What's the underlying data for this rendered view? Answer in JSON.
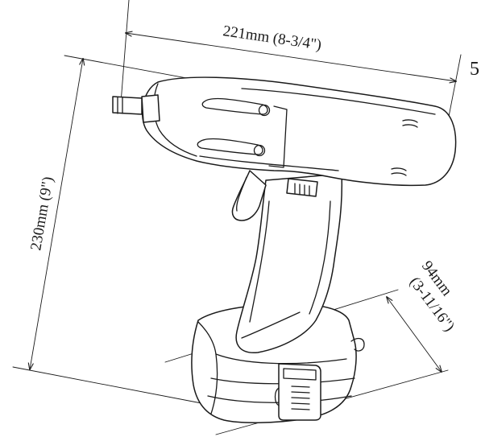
{
  "dimensions": {
    "length": "221mm (8-3/4\")",
    "height": "230mm (9\")",
    "width_mm": "94mm",
    "width_in": "(3-11/16\")"
  },
  "edge_fragment": "5",
  "colors": {
    "line": "#1a1a1a",
    "background": "#ffffff"
  }
}
